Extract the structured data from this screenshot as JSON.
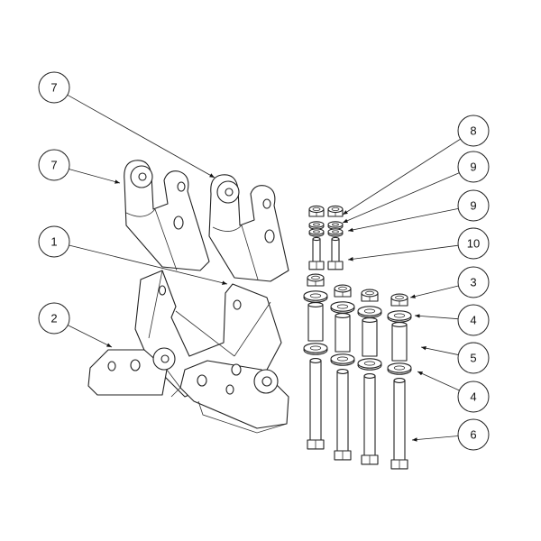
{
  "diagram": {
    "type": "exploded-parts-diagram",
    "callouts": [
      {
        "id": "callout-7-top",
        "label": "7"
      },
      {
        "id": "callout-7",
        "label": "7"
      },
      {
        "id": "callout-1",
        "label": "1"
      },
      {
        "id": "callout-2",
        "label": "2"
      },
      {
        "id": "callout-8",
        "label": "8"
      },
      {
        "id": "callout-9-top",
        "label": "9"
      },
      {
        "id": "callout-9",
        "label": "9"
      },
      {
        "id": "callout-10",
        "label": "10"
      },
      {
        "id": "callout-3",
        "label": "3"
      },
      {
        "id": "callout-4-top",
        "label": "4"
      },
      {
        "id": "callout-5",
        "label": "5"
      },
      {
        "id": "callout-4",
        "label": "4"
      },
      {
        "id": "callout-6",
        "label": "6"
      }
    ]
  }
}
